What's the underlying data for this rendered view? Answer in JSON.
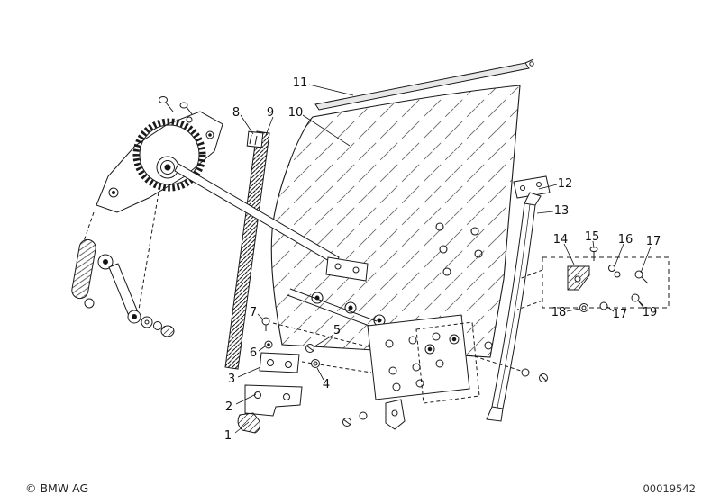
{
  "page": {
    "background": "#ffffff",
    "line_color": "#1a1a1a",
    "copyright": "© BMW AG",
    "document_number": "00019542"
  },
  "diagram": {
    "kind": "exploded-parts-diagram",
    "callouts": [
      {
        "label": "8"
      },
      {
        "label": "9"
      },
      {
        "label": "10"
      },
      {
        "label": "11"
      },
      {
        "label": "12"
      },
      {
        "label": "13"
      },
      {
        "label": "14"
      },
      {
        "label": "15"
      },
      {
        "label": "16"
      },
      {
        "label": "17"
      },
      {
        "label": "18"
      },
      {
        "label": "17"
      },
      {
        "label": "19"
      },
      {
        "label": "7"
      },
      {
        "label": "6"
      },
      {
        "label": "5"
      },
      {
        "label": "3"
      },
      {
        "label": "4"
      },
      {
        "label": "2"
      },
      {
        "label": "1"
      }
    ]
  }
}
